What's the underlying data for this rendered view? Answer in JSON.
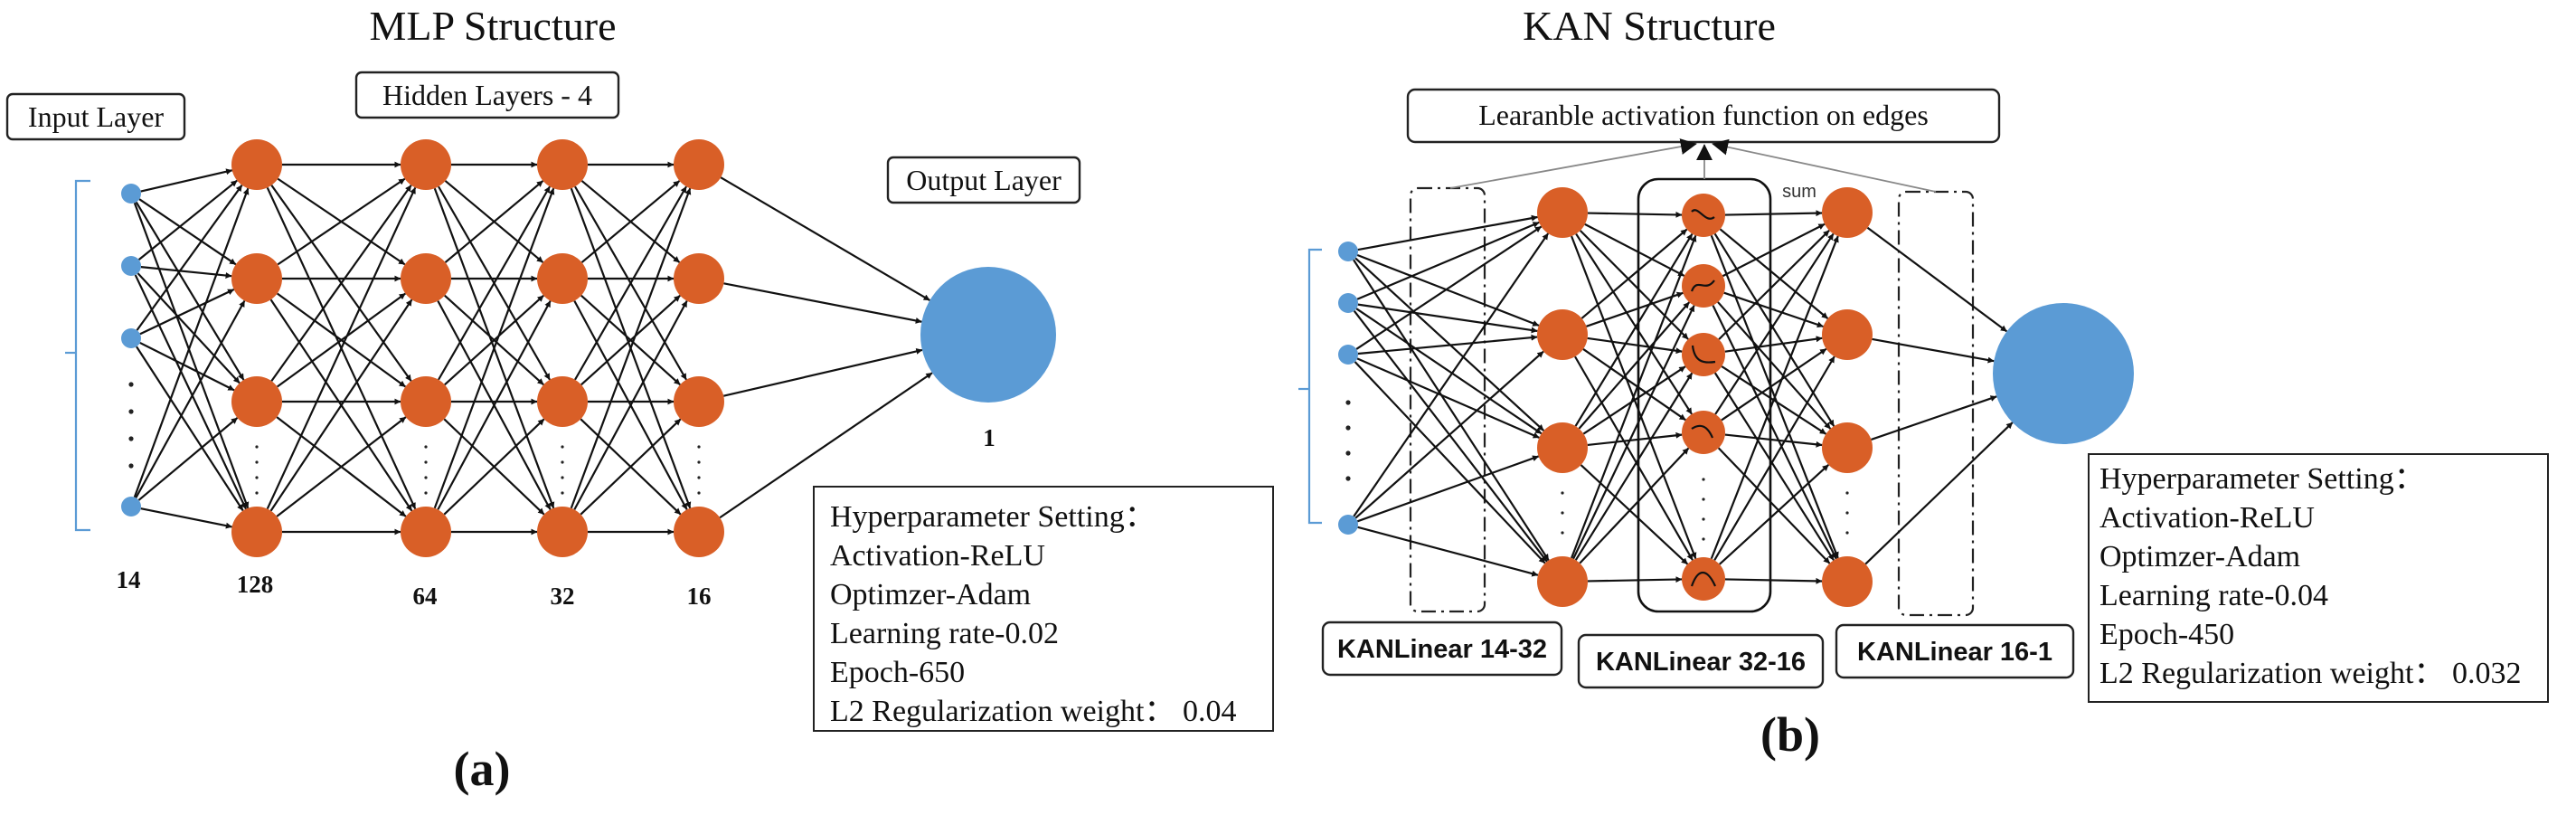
{
  "mlp": {
    "title": "MLP Structure",
    "input_label": "Input Layer",
    "hidden_label": "Hidden Layers - 4",
    "output_label": "Output Layer",
    "layer_sizes": [
      "14",
      "128",
      "64",
      "32",
      "16"
    ],
    "output_size": "1",
    "hyper": {
      "heading": "Hyperparameter Setting：",
      "lines": [
        "Activation-ReLU",
        "Optimzer-Adam",
        "Learning rate-0.02",
        "Epoch-650",
        "L2 Regularization weight： 0.04"
      ]
    },
    "caption": "(a)"
  },
  "kan": {
    "title": "KAN Structure",
    "activation_label": "Learanble activation function on edges",
    "sum_label": "sum",
    "layer_labels": [
      "KANLinear 14-32",
      "KANLinear 32-16",
      "KANLinear 16-1"
    ],
    "hyper": {
      "heading": "Hyperparameter Setting：",
      "lines": [
        "Activation-ReLU",
        "Optimzer-Adam",
        "Learning rate-0.04",
        "Epoch-450",
        "L2 Regularization weight： 0.032"
      ]
    },
    "caption": "(b)"
  },
  "colors": {
    "hidden_node": "#d95f27",
    "io_node": "#5b9bd5"
  },
  "icons": [
    "arrowhead-icon",
    "activation-curve-icon"
  ]
}
